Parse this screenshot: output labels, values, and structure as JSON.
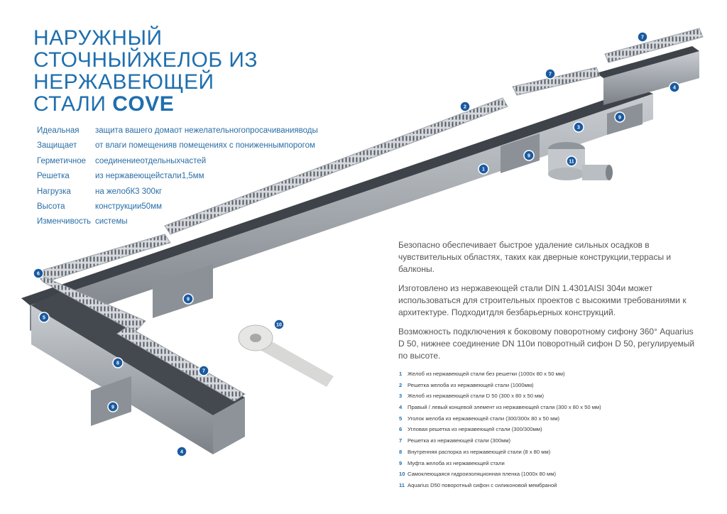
{
  "title": {
    "line1": "НАРУЖНЫЙ",
    "line2": "СТОЧНЫЙЖЕЛОБ ИЗ",
    "line3": "НЕРЖАВЕЮЩЕЙ",
    "line4_prefix": "СТАЛИ ",
    "line4_brand": "COVE"
  },
  "features": [
    {
      "key": "Идеальная",
      "value": "защита вашего домаот нежелательногопросачиванияводы"
    },
    {
      "key": "Защищает",
      "value": "от влаги помещенияв помещениях с пониженнымпорогом"
    },
    {
      "key": "Герметичное",
      "value": "соединениеотдельныхчастей"
    },
    {
      "key": "Решетка",
      "value": "из нержавеющейстали1,5мм"
    },
    {
      "key": "Нагрузка",
      "value": "на желобК3 300кг"
    },
    {
      "key": "Высота",
      "value": "конструкции50мм"
    },
    {
      "key": "Изменчивость",
      "value": "системы"
    }
  ],
  "paragraphs": [
    "Безопасно обеспечивает быстрое удаление сильных осадков в чувствительных областях, таких как дверные конструкции,террасы и балконы.",
    "Изготовлено из нержавеющей стали DIN 1.4301AISI 304и может использоваться для строительных проектов с высокими требованиями к архитектуре. Подходитдля безбарьерных конструкций.",
    "Возможность подключения к боковому поворотному сифону 360° Aquarius D 50, нижнее соединение DN 110и поворотный сифон D 50, регулируемый по высоте."
  ],
  "legend": [
    {
      "num": "1",
      "text": "Желоб из нержавеющей стали без решетки (1000х 80 х 50 мм)"
    },
    {
      "num": "2",
      "text": "Решетка желоба из нержавеющей стали (1000мм)"
    },
    {
      "num": "3",
      "text": "Желоб из нержавеющей стали D 50 (300 х 80 х 50 мм)"
    },
    {
      "num": "4",
      "text": "Правый / левый концевой элемент из нержавеющей стали (300 х 80 х 50 мм)"
    },
    {
      "num": "5",
      "text": "Уголок желоба из нержавеющей стали (300/300х 80 х 50 мм)"
    },
    {
      "num": "6",
      "text": "Угловая решетка из нержавеющей стали (300/300мм)"
    },
    {
      "num": "7",
      "text": "Решетка из нержавеющей стали (300мм)"
    },
    {
      "num": "8",
      "text": "Внутренняя распорка из нержавеющей стали (8 х 80 мм)"
    },
    {
      "num": "9",
      "text": "Муфта желоба из нержавеющей стали"
    },
    {
      "num": "10",
      "text": "Самоклеющаяся гидроизоляционная пленка (1000х 80 мм)"
    },
    {
      "num": "11",
      "text": "Aquarius D50 поворотный сифон с силиконовой мембраной"
    }
  ],
  "badges": [
    "1",
    "2",
    "3",
    "4",
    "4",
    "5",
    "6",
    "7",
    "7",
    "7",
    "8",
    "9",
    "9",
    "9",
    "9",
    "10",
    "11"
  ],
  "colors": {
    "accent": "#1f6fae",
    "badge": "#1a5aa0",
    "steel": "#a8adb3"
  }
}
